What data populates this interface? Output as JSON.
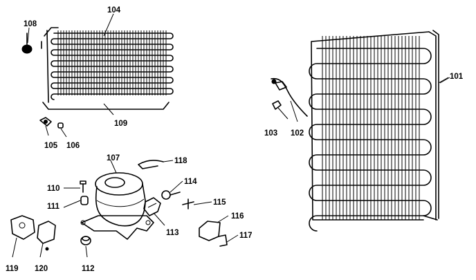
{
  "parts": [
    {
      "id": "p101",
      "number": "101"
    },
    {
      "id": "p102",
      "number": "102"
    },
    {
      "id": "p103",
      "number": "103"
    },
    {
      "id": "p104",
      "number": "104"
    },
    {
      "id": "p105",
      "number": "105"
    },
    {
      "id": "p106",
      "number": "106"
    },
    {
      "id": "p107",
      "number": "107"
    },
    {
      "id": "p108",
      "number": "108"
    },
    {
      "id": "p109",
      "number": "109"
    },
    {
      "id": "p110",
      "number": "110"
    },
    {
      "id": "p111",
      "number": "111"
    },
    {
      "id": "p112",
      "number": "112"
    },
    {
      "id": "p113",
      "number": "113"
    },
    {
      "id": "p114",
      "number": "114"
    },
    {
      "id": "p115",
      "number": "115"
    },
    {
      "id": "p116",
      "number": "116"
    },
    {
      "id": "p117",
      "number": "117"
    },
    {
      "id": "p118",
      "number": "118"
    },
    {
      "id": "p119",
      "number": "119"
    },
    {
      "id": "p120",
      "number": "120"
    }
  ]
}
